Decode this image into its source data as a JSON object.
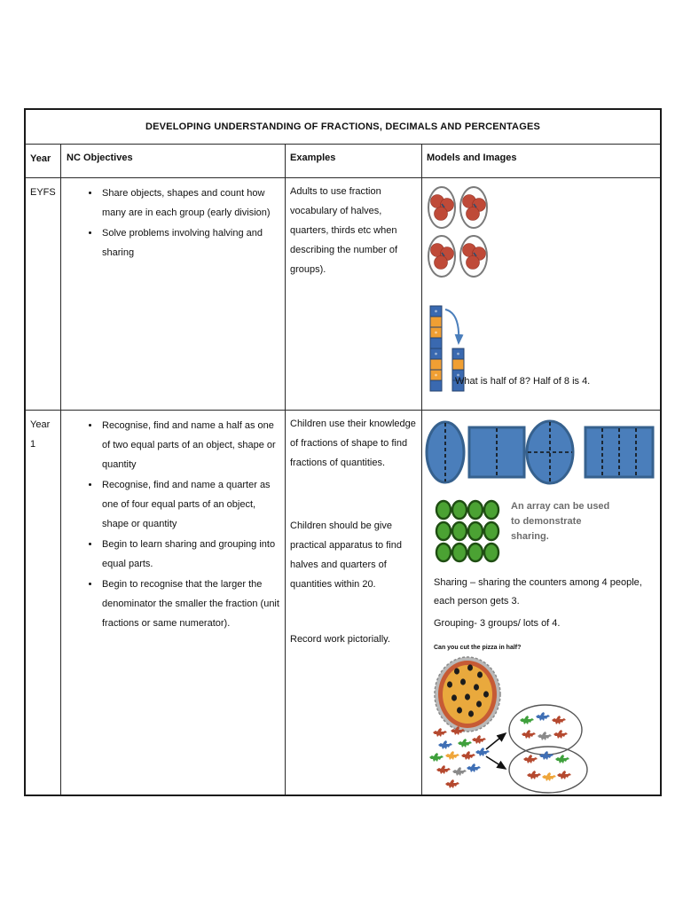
{
  "title": "DEVELOPING UNDERSTANDING OF FRACTIONS, DECIMALS AND PERCENTAGES",
  "columns": {
    "year": "Year",
    "objectives": "NC Objectives",
    "examples": "Examples",
    "models": "Models and Images"
  },
  "rows": [
    {
      "year": "EYFS",
      "objectives": [
        "Share objects, shapes and count how many are in each group (early division)",
        "Solve problems involving halving and sharing"
      ],
      "examples": [
        "Adults to use fraction vocabulary of halves, quarters, thirds etc when describing the number of groups)."
      ],
      "models": {
        "apple_plates_desc": "four plates each holding 3 red apples",
        "cube_towers_desc": "towers of 8 and 4 linking cubes",
        "cube_caption": "What is half of 8? Half of 8 is 4."
      }
    },
    {
      "year": "Year 1",
      "objectives": [
        "Recognise, find and name a half as one of two equal parts of an object, shape or quantity",
        "Recognise, find and name a quarter as one of four equal parts of an object, shape or quantity",
        "Begin to learn sharing and grouping into equal parts.",
        "Begin to recognise that the larger the denominator the smaller the fraction (unit fractions or same numerator)."
      ],
      "examples": [
        "Children use their knowledge of fractions of shape to find fractions of quantities.",
        "Children should be give practical apparatus to find halves and quarters of quantities within 20.",
        "Record work pictorially."
      ],
      "models": {
        "shapes_desc": "circle and rectangle split into halves; circle and rectangle split into quarters",
        "array_caption": "An array can be used to demonstrate sharing.",
        "array_desc": "3 by 4 array of green counters",
        "sharing_text": "Sharing – sharing the counters among 4 people, each person gets 3.",
        "grouping_text": "Grouping- 3 groups/ lots of 4.",
        "pizza_question": "Can you cut the pizza in half?",
        "dino_desc": "group of toy dinosaurs shared into two circled groups"
      }
    }
  ],
  "colors": {
    "shape_blue": "#4a7ebb",
    "shape_blue_border": "#36618e",
    "counter_green": "#4ba233",
    "counter_green_border": "#1e4d12",
    "cube_blue": "#3a69b0",
    "cube_orange": "#f09f33",
    "apple_red": "#bf4a38",
    "pizza_cheese": "#e9a93d",
    "pizza_crust": "#c65b35",
    "array_caption_gray": "#6d6d6d",
    "arrow_blue": "#4a7ebb",
    "dino_brown": "#b5492f",
    "dino_blue": "#3f6fb5",
    "dino_green": "#3fa03c",
    "dino_orange": "#efa63b",
    "dino_gray": "#8a8a8a"
  }
}
